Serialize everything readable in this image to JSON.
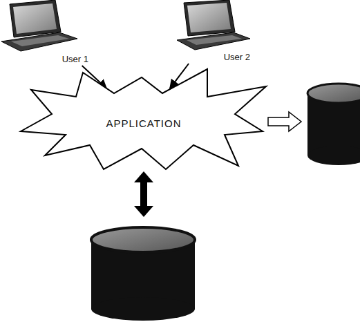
{
  "diagram": {
    "nodes": [
      {
        "text": [
          "User 1"
        ]
      },
      {
        "text": [
          "User 2"
        ]
      },
      {
        "text": [
          "APPLICATION"
        ]
      }
    ],
    "edges": [
      {
        "from": 0,
        "to": 2,
        "arrow": "to"
      },
      {
        "from": 1,
        "to": 2,
        "arrow": "to"
      }
    ]
  }
}
